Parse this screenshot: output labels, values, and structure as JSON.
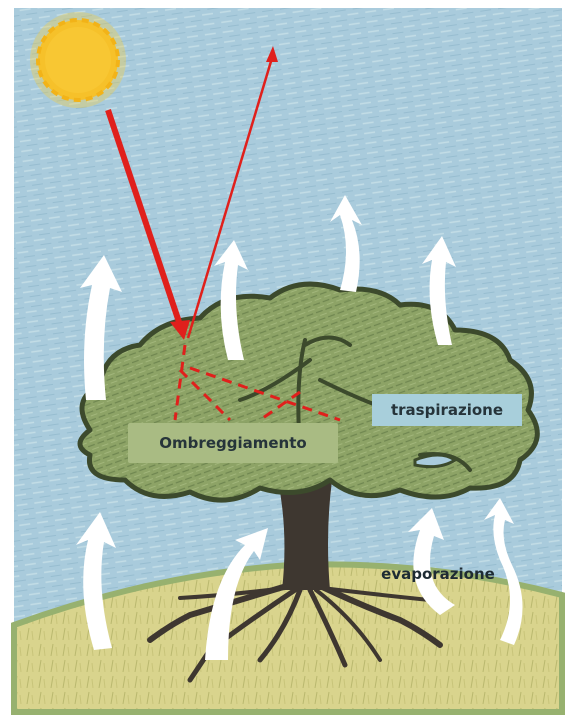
{
  "labels": {
    "shading": "Ombreggiamento",
    "transpiration": "traspirazione",
    "evaporation": "evaporazione"
  },
  "colors": {
    "sky": "#a9cbdc",
    "grass": "#d9d48d",
    "hill_edge": "#97b16f",
    "canopy": "#8da366",
    "canopy_dark": "#3c4a2c",
    "trunk": "#3e3730",
    "sun": "#f6c12a",
    "radiation": "#e0201c",
    "vapor_arrow": "#ffffff"
  },
  "icons": [
    "sun-icon",
    "tree-icon",
    "vapor-arrow-icon",
    "radiation-arrow-icon"
  ]
}
